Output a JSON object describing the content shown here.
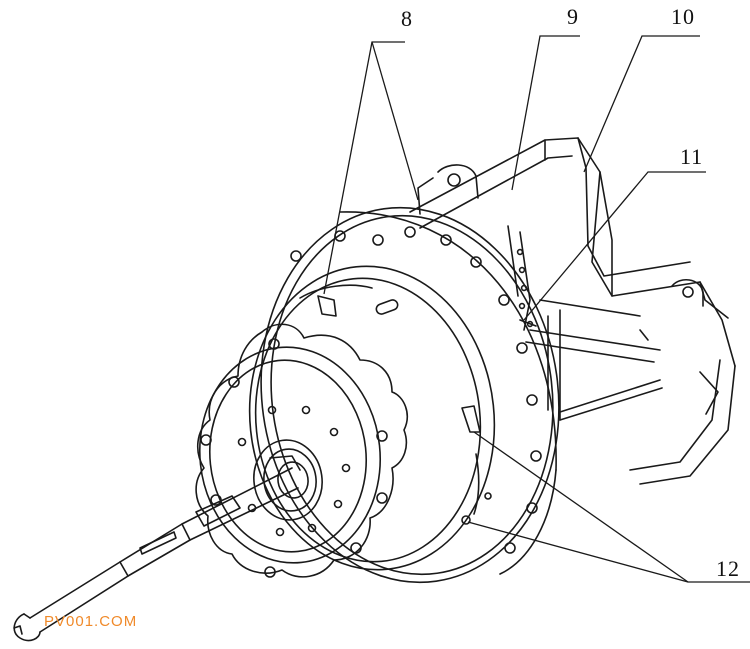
{
  "callouts": {
    "c8": "8",
    "c9": "9",
    "c10": "10",
    "c11": "11",
    "c12": "12"
  },
  "watermark": "PV001.COM",
  "colors": {
    "line": "#1a1a1a",
    "watermark": "#f08a2a",
    "background": "#ffffff"
  }
}
